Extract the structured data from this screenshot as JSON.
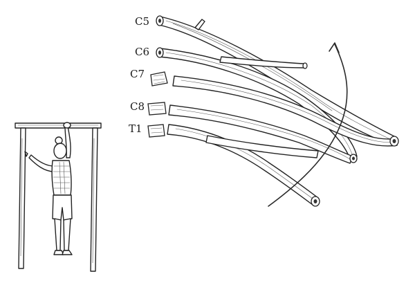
{
  "roots": [
    {
      "id": "c5",
      "label": "C5",
      "intact": true
    },
    {
      "id": "c6",
      "label": "C6",
      "intact": true
    },
    {
      "id": "c7",
      "label": "C7",
      "intact": false
    },
    {
      "id": "c8",
      "label": "C8",
      "intact": false
    },
    {
      "id": "t1",
      "label": "T1",
      "intact": false
    }
  ],
  "colors": {
    "ink": "#2a2a2a",
    "background": "#ffffff"
  }
}
